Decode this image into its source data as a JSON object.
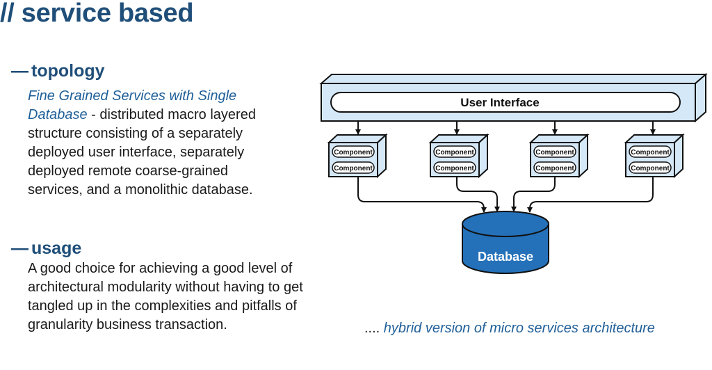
{
  "title": "// service based",
  "topology": {
    "heading": "topology",
    "emphasis": "Fine Grained Services with Single Database",
    "text": " - distributed macro layered structure consisting of a separately deployed user interface, separately deployed remote coarse-grained services, and a monolithic database."
  },
  "usage": {
    "heading": "usage",
    "text": "A good choice for achieving a good level of architectural modularity without having to get tangled up in the complexities and pitfalls of granularity business transaction."
  },
  "diagram": {
    "ui_label": "User Interface",
    "component_label": "Component",
    "database_label": "Database",
    "colors": {
      "fill": "#d5e8f7",
      "stroke": "#111111",
      "database": "#2471b9"
    }
  },
  "caption": {
    "prefix": "....",
    "emphasis": "hybrid version of micro services architecture"
  }
}
